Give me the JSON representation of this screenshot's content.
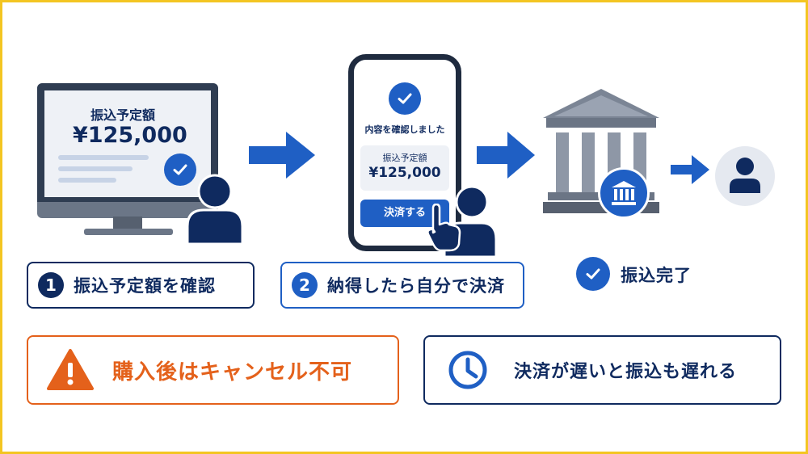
{
  "monitor": {
    "title": "振込予定額",
    "amount": "¥125,000"
  },
  "phone": {
    "message": "内容を確認しました",
    "card_title": "振込予定額",
    "card_amount": "¥125,000",
    "button": "決済する"
  },
  "steps": [
    {
      "number": "1",
      "label": "振込予定額を確認"
    },
    {
      "number": "2",
      "label": "納得したら自分で決済"
    }
  ],
  "done": {
    "label": "振込完了"
  },
  "notes": {
    "warning": "購入後はキャンセル不可",
    "time": "決済が遅いと振込も遅れる"
  },
  "colors": {
    "navy": "#0f2a5f",
    "blue": "#1f5fc4",
    "orange": "#e4611b",
    "border": "#f3c522"
  },
  "icons": [
    "check-icon",
    "person-icon",
    "arrow-right-icon",
    "bank-icon",
    "warning-icon",
    "clock-icon",
    "hand-pointer-icon"
  ]
}
